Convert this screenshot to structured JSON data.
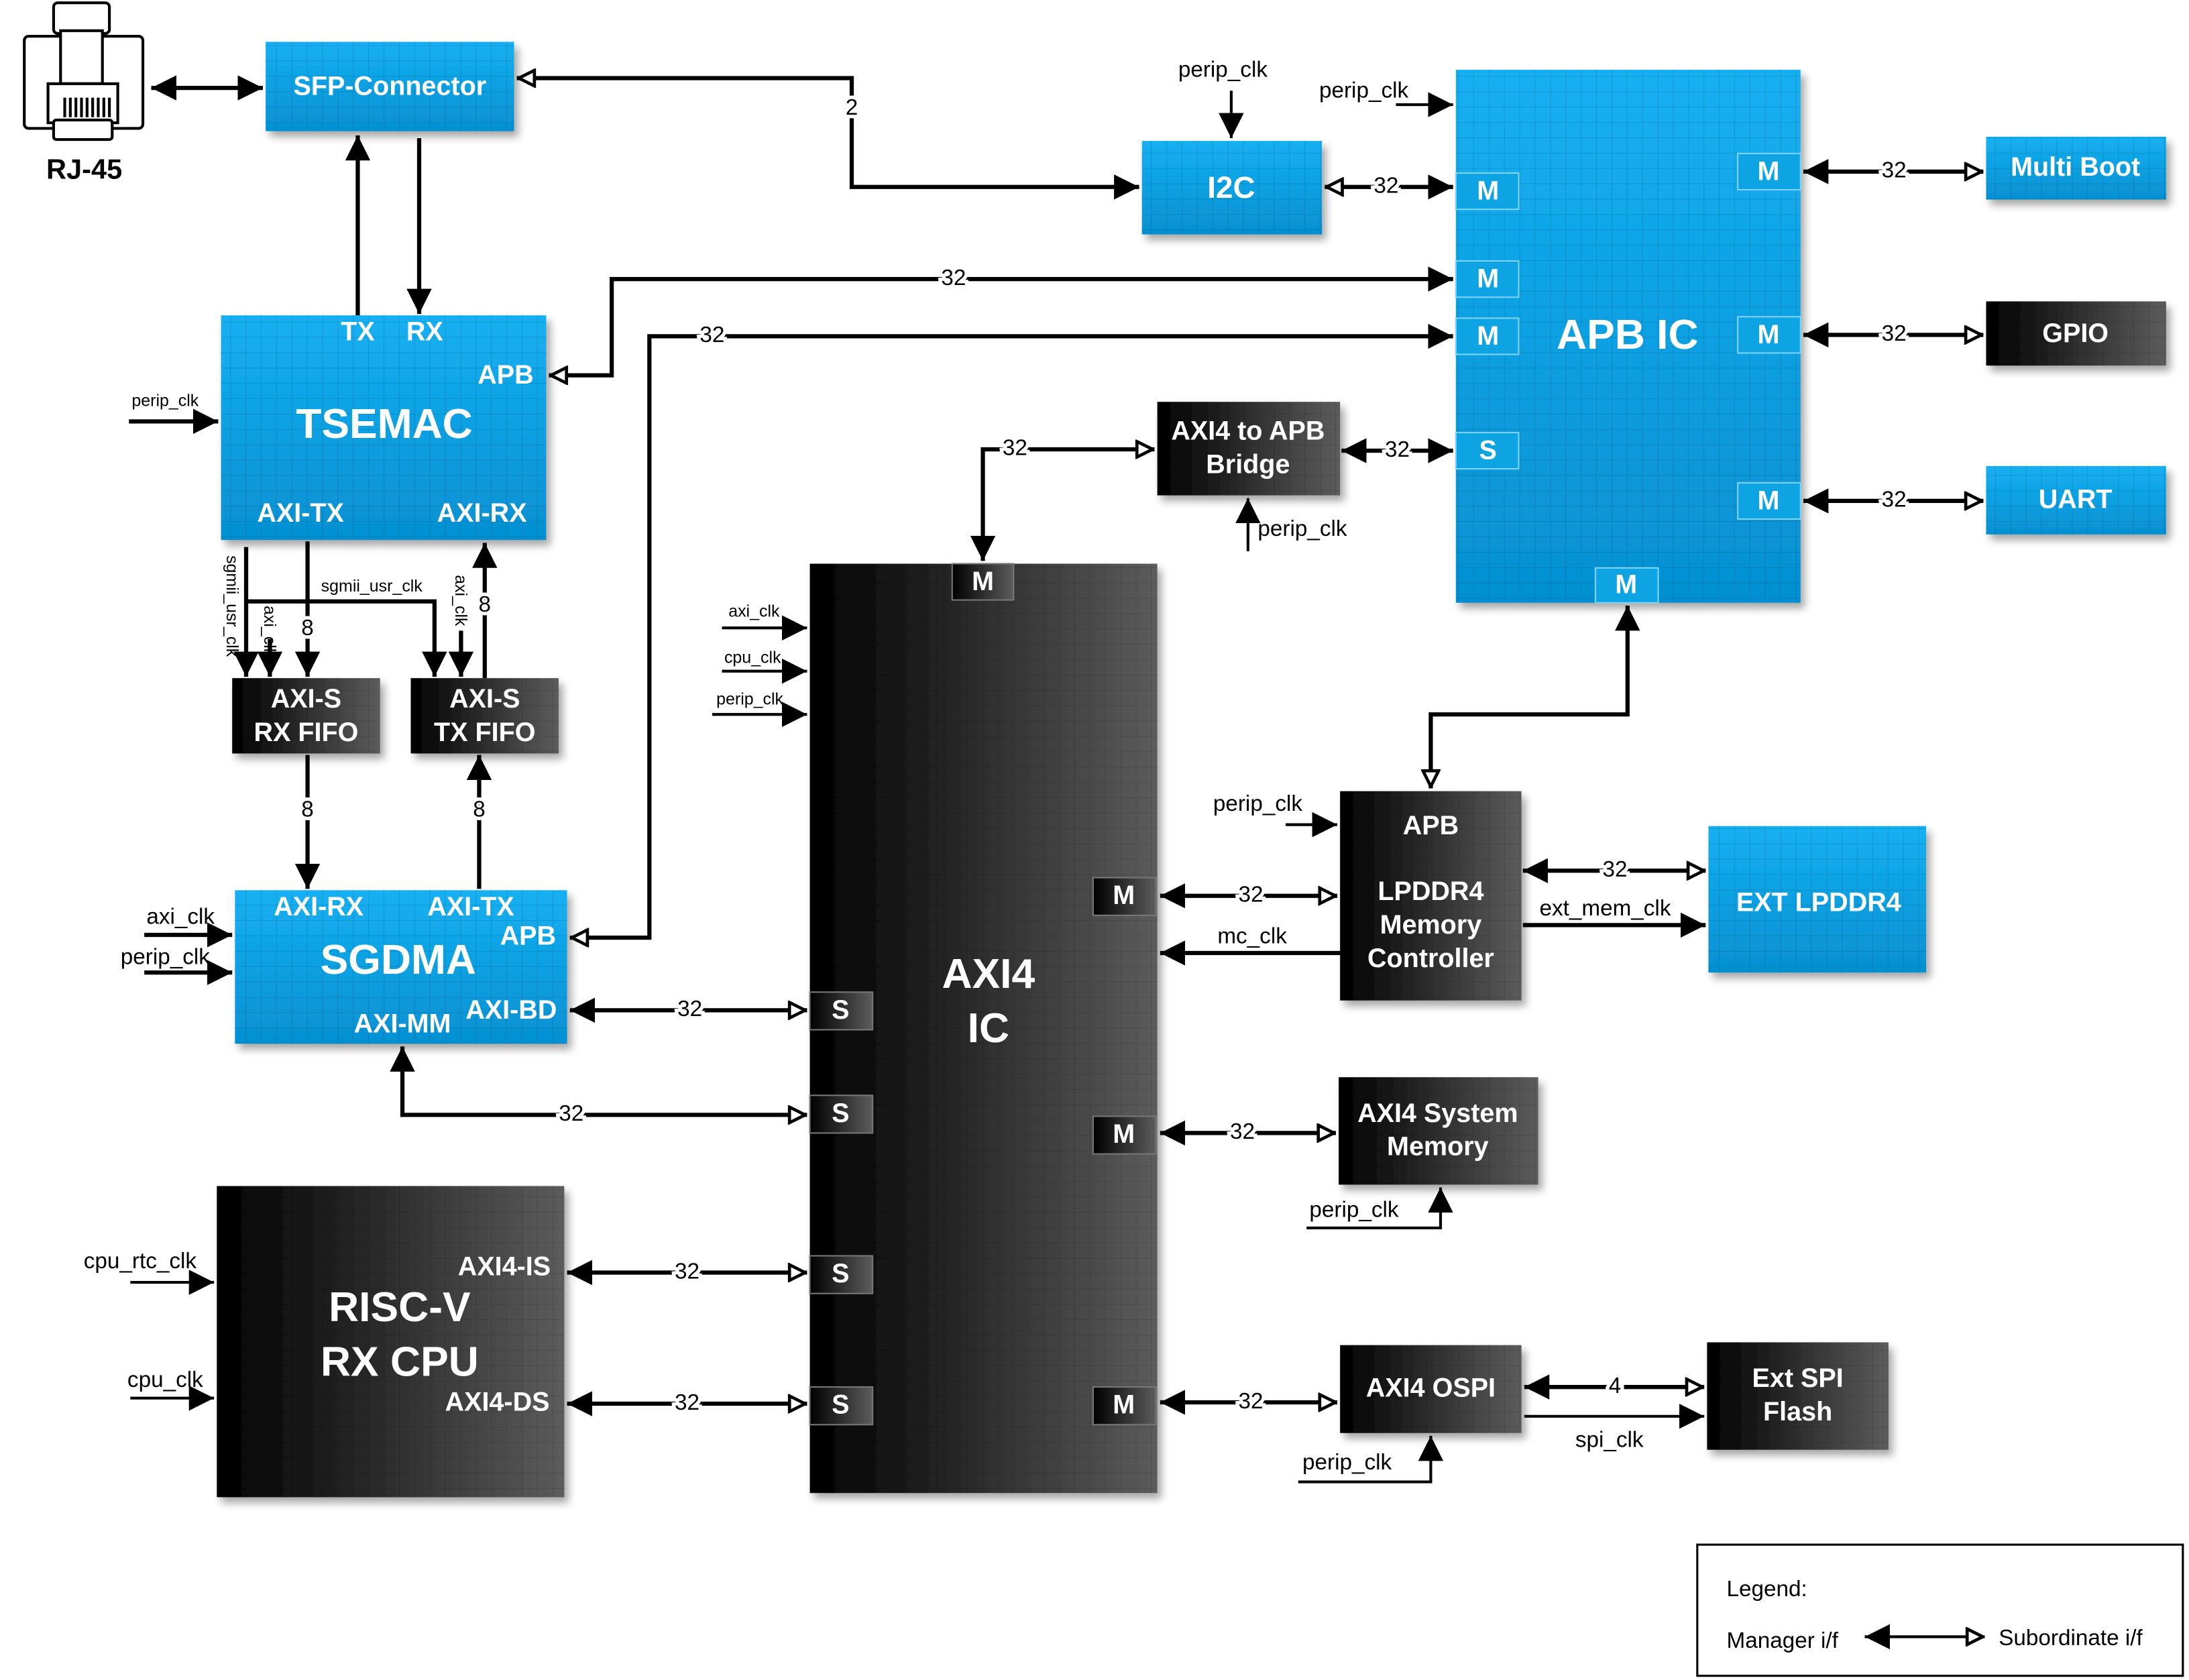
{
  "blocks": {
    "rj45": "RJ-45",
    "sfp": "SFP-Connector",
    "i2c": "I2C",
    "apb_ic": "APB IC",
    "multiboot": "Multi Boot",
    "gpio": "GPIO",
    "uart": "UART",
    "tsemac": "TSEMAC",
    "bridge_l1": "AXI4 to APB",
    "bridge_l2": "Bridge",
    "rxfifo_l1": "AXI-S",
    "rxfifo_l2": "RX FIFO",
    "txfifo_l1": "AXI-S",
    "txfifo_l2": "TX FIFO",
    "sgdma": "SGDMA",
    "axi4_l1": "AXI4",
    "axi4_l2": "IC",
    "riscv_l1": "RISC-V",
    "riscv_l2": "RX CPU",
    "lpddr_ctrl_l1": "LPDDR4",
    "lpddr_ctrl_l2": "Memory",
    "lpddr_ctrl_l3": "Controller",
    "ext_lpddr": "EXT LPDDR4",
    "sysmem_l1": "AXI4 System",
    "sysmem_l2": "Memory",
    "ospi": "AXI4 OSPI",
    "spiflash_l1": "Ext SPI",
    "spiflash_l2": "Flash"
  },
  "ports": {
    "tsemac_tx": "TX",
    "tsemac_rx": "RX",
    "tsemac_apb": "APB",
    "tsemac_axitx": "AXI-TX",
    "tsemac_axirx": "AXI-RX",
    "sgdma_axirx": "AXI-RX",
    "sgdma_axitx": "AXI-TX",
    "sgdma_apb": "APB",
    "sgdma_axibd": "AXI-BD",
    "sgdma_aximm": "AXI-MM",
    "riscv_is": "AXI4-IS",
    "riscv_ds": "AXI4-DS",
    "lpddr_apb": "APB",
    "manager": "M",
    "subordinate": "S"
  },
  "buses": [
    "2",
    "32",
    "32",
    "32",
    "32",
    "32",
    "32",
    "32",
    "32",
    "8",
    "8",
    "8",
    "8",
    "32",
    "32",
    "32",
    "32",
    "32",
    "32",
    "32",
    "32",
    "4"
  ],
  "clocks": [
    "perip_clk",
    "perip_clk",
    "perip_clk",
    "perip_clk",
    "sgmii_usr_clk",
    "axi_clk",
    "sgmii_usr_clk",
    "axi_clk",
    "axi_clk",
    "perip_clk",
    "axi_clk",
    "cpu_clk",
    "perip_clk",
    "cpu_rtc_clk",
    "cpu_clk",
    "perip_clk",
    "mc_clk",
    "ext_mem_clk",
    "perip_clk",
    "perip_clk",
    "spi_clk"
  ],
  "legend": {
    "title": "Legend:",
    "manager": "Manager i/f",
    "subordinate": "Subordinate i/f"
  },
  "colors": {
    "block_blue": "#0a9de0",
    "block_black": "#111111"
  }
}
